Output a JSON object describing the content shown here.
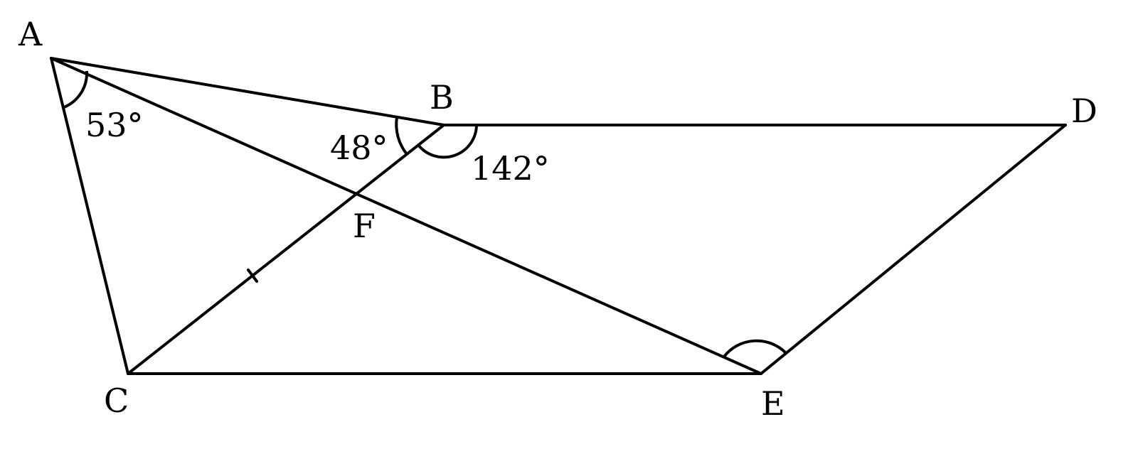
{
  "points": {
    "A": "A",
    "B": "B",
    "C": "C",
    "D": "D",
    "E": "E",
    "F": "F"
  },
  "angles": {
    "angle_A": "53°",
    "angle_B_left": "48°",
    "angle_B_right": "142°"
  },
  "colors": {
    "stroke": "#000000",
    "background": "#ffffff"
  }
}
